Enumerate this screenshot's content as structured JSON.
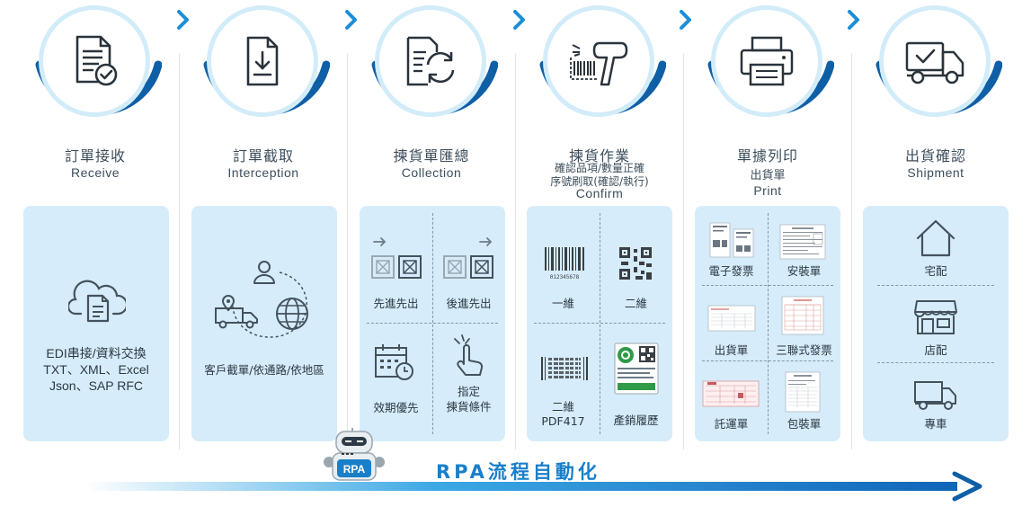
{
  "steps": [
    {
      "title": "訂單接收",
      "subtitle": "Receive",
      "icon": "order-check-icon",
      "panel": {
        "lines": [
          "EDI串接/資料交換",
          "TXT、XML、Excel",
          "Json、SAP RFC"
        ],
        "icon": "cloud-document-icon"
      }
    },
    {
      "title": "訂單截取",
      "subtitle": "Interception",
      "icon": "download-file-icon",
      "panel": {
        "text": "客戶截單/依通路/依地區",
        "icons": [
          "user-icon",
          "truck-location-icon",
          "globe-icon"
        ]
      }
    },
    {
      "title": "揀貨單匯總",
      "subtitle": "Collection",
      "icon": "document-refresh-icon",
      "panel": {
        "cells": [
          "先進先出",
          "後進先出",
          "效期優先",
          "指定\n揀貨條件"
        ]
      }
    },
    {
      "title": "揀貨作業",
      "subtitle_cn_1": "確認品項/數量正確",
      "subtitle_cn_2": "序號刷取(確認/執行)",
      "subtitle": "Confirm",
      "icon": "barcode-scanner-icon",
      "panel": {
        "cells": [
          "一維",
          "二維",
          "二維\nPDF417",
          "產銷履歷"
        ],
        "barcode_text": "012345678"
      }
    },
    {
      "title": "單據列印",
      "subtitle_cn": "出貨單",
      "subtitle": "Print",
      "icon": "printer-icon",
      "panel": {
        "cells": [
          "電子發票",
          "安裝單",
          "出貨單",
          "三聯式發票",
          "託運單",
          "包裝單"
        ]
      }
    },
    {
      "title": "出貨確認",
      "subtitle": "Shipment",
      "icon": "truck-check-icon",
      "panel": {
        "cells": [
          "宅配",
          "店配",
          "專車"
        ]
      }
    }
  ],
  "flow": {
    "label": "RPA流程自動化",
    "robot_label": "RPA"
  },
  "colors": {
    "accent": "#1a7fc9",
    "ring_dark": "#0f5fa6",
    "ring_light": "#d2ecf9",
    "panel": "#d6ecfa"
  }
}
